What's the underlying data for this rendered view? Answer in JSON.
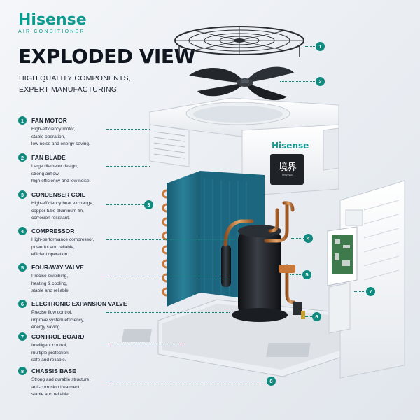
{
  "brand": {
    "name": "Hisense",
    "tagline": "AIR CONDITIONER"
  },
  "headline": "EXPLODED VIEW",
  "subheadline": [
    "HIGH QUALITY COMPONENTS,",
    "EXPERT MANUFACTURING"
  ],
  "features": [
    {
      "number": "1",
      "title": "FAN MOTOR",
      "desc": [
        "High-efficiency motor,",
        "stable operation,",
        "low noise and energy saving."
      ]
    },
    {
      "number": "2",
      "title": "FAN BLADE",
      "desc": [
        "Large diameter design,",
        "strong airflow,",
        "high efficiency and low noise."
      ]
    },
    {
      "number": "3",
      "title": "CONDENSER COIL",
      "desc": [
        "High-efficiency heat exchange,",
        "copper tube aluminum fin,",
        "corrosion resistant."
      ]
    },
    {
      "number": "4",
      "title": "COMPRESSOR",
      "desc": [
        "High-performance compressor,",
        "powerful and reliable,",
        "efficient operation."
      ]
    },
    {
      "number": "5",
      "title": "FOUR-WAY VALVE",
      "desc": [
        "Precise switching,",
        "heating & cooling,",
        "stable and reliable."
      ]
    },
    {
      "number": "6",
      "title": "ELECTRONIC EXPANSION VALVE",
      "desc": [
        "Precise flow control,",
        "improve system efficiency,",
        "energy saving."
      ]
    },
    {
      "number": "7",
      "title": "CONTROL BOARD",
      "desc": [
        "Intelligent control,",
        "multiple protection,",
        "safe and reliable."
      ]
    },
    {
      "number": "8",
      "title": "CHASSIS BASE",
      "desc": [
        "Strong and durable structure,",
        "anti-corrosion treatment,",
        "stable and reliable."
      ]
    }
  ],
  "unit": {
    "brand_label": "Hisense",
    "panel_text": "境界",
    "panel_subtext": "HISENSE"
  },
  "callouts": [
    "1",
    "2",
    "3",
    "4",
    "5",
    "6",
    "7",
    "8"
  ],
  "colors": {
    "accent": "#0f8a7e",
    "brand": "#0f9a8e",
    "coil": "#1f6d86",
    "copper": "#c8793a",
    "compressor": "#1a1d22"
  }
}
